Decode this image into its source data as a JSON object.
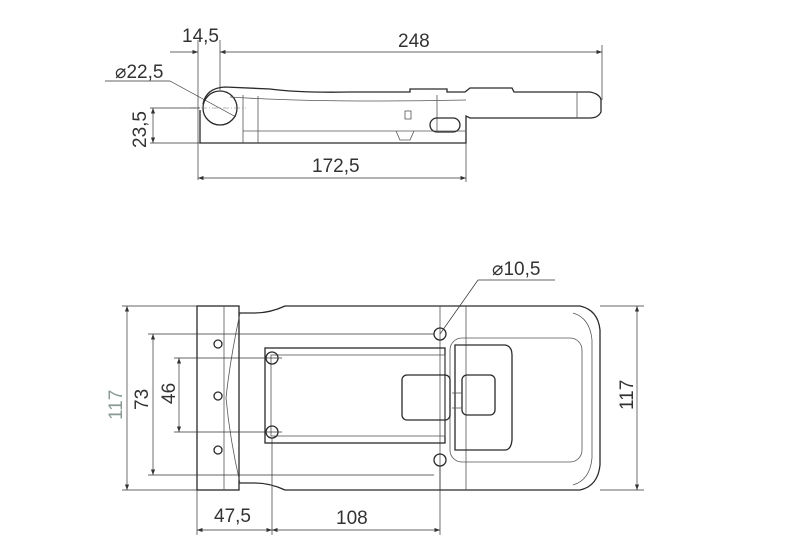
{
  "side_view": {
    "dims": {
      "hinge_offset": "14,5",
      "overall_length": "248",
      "pivot_diameter": "⌀22,5",
      "height": "23,5",
      "base_length": "172,5"
    }
  },
  "top_view": {
    "dims": {
      "hole_diameter": "⌀10,5",
      "overall_width_left": "117",
      "outer_hole_spacing": "73",
      "inner_hole_spacing": "46",
      "overall_width_right": "117",
      "first_hole_offset": "47,5",
      "hole_pitch": "108"
    }
  }
}
